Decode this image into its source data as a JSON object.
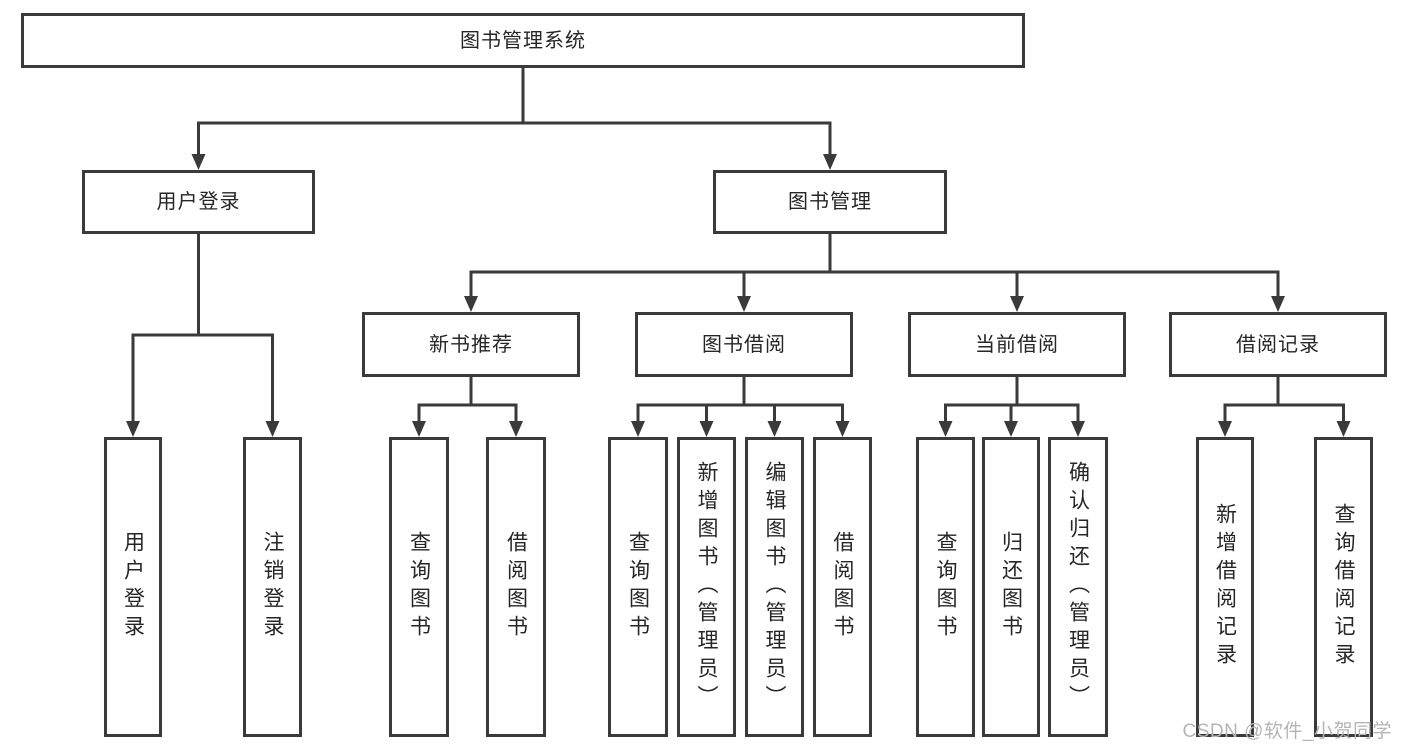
{
  "diagram": {
    "root": {
      "label": "图书管理系统",
      "children": [
        {
          "label": "用户登录",
          "children": [
            {
              "label": "用户登录"
            },
            {
              "label": "注销登录"
            }
          ]
        },
        {
          "label": "图书管理",
          "children": [
            {
              "label": "新书推荐",
              "children": [
                {
                  "label": "查询图书"
                },
                {
                  "label": "借阅图书"
                }
              ]
            },
            {
              "label": "图书借阅",
              "children": [
                {
                  "label": "查询图书"
                },
                {
                  "label": "新增图书（管理员）"
                },
                {
                  "label": "编辑图书（管理员）"
                },
                {
                  "label": "借阅图书"
                }
              ]
            },
            {
              "label": "当前借阅",
              "children": [
                {
                  "label": "查询图书"
                },
                {
                  "label": "归还图书"
                },
                {
                  "label": "确认归还（管理员）"
                }
              ]
            },
            {
              "label": "借阅记录",
              "children": [
                {
                  "label": "新增借阅记录"
                },
                {
                  "label": "查询借阅记录"
                }
              ]
            }
          ]
        }
      ]
    }
  },
  "watermark": {
    "text": "CSDN @软件_小贺同学"
  },
  "colors": {
    "line": "#3a3a3a",
    "box_border": "#3a3a3a",
    "text": "#262626",
    "background": "#ffffff",
    "watermark": "#b5b5b5"
  }
}
